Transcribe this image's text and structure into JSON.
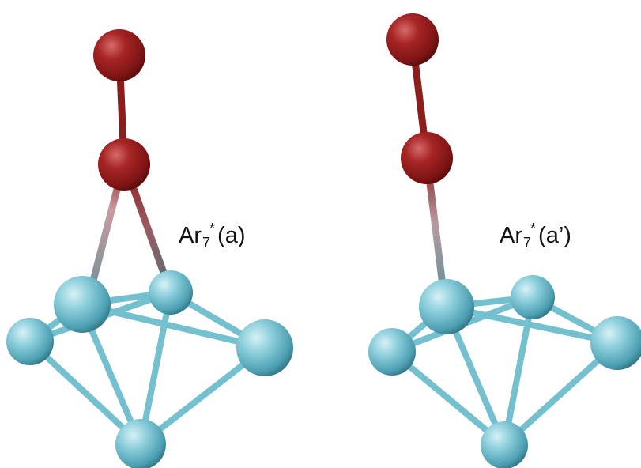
{
  "structures": [
    {
      "label": {
        "base": "Ar",
        "subscript": "7",
        "superscript": "*",
        "suffix": "(a)"
      }
    },
    {
      "label": {
        "base": "Ar",
        "subscript": "7",
        "superscript": "*",
        "suffix": "(a’)"
      }
    }
  ],
  "colors": {
    "argon": "#5bb4c6",
    "argon_bond": "#74c0cf",
    "oxygen": "#8c1a1a",
    "oxygen_bond": "#8b1d1d",
    "mixed_bond_mid": "#b59ca0",
    "mixed_bond_end": "#6c8f99",
    "background": "#ffffff"
  }
}
